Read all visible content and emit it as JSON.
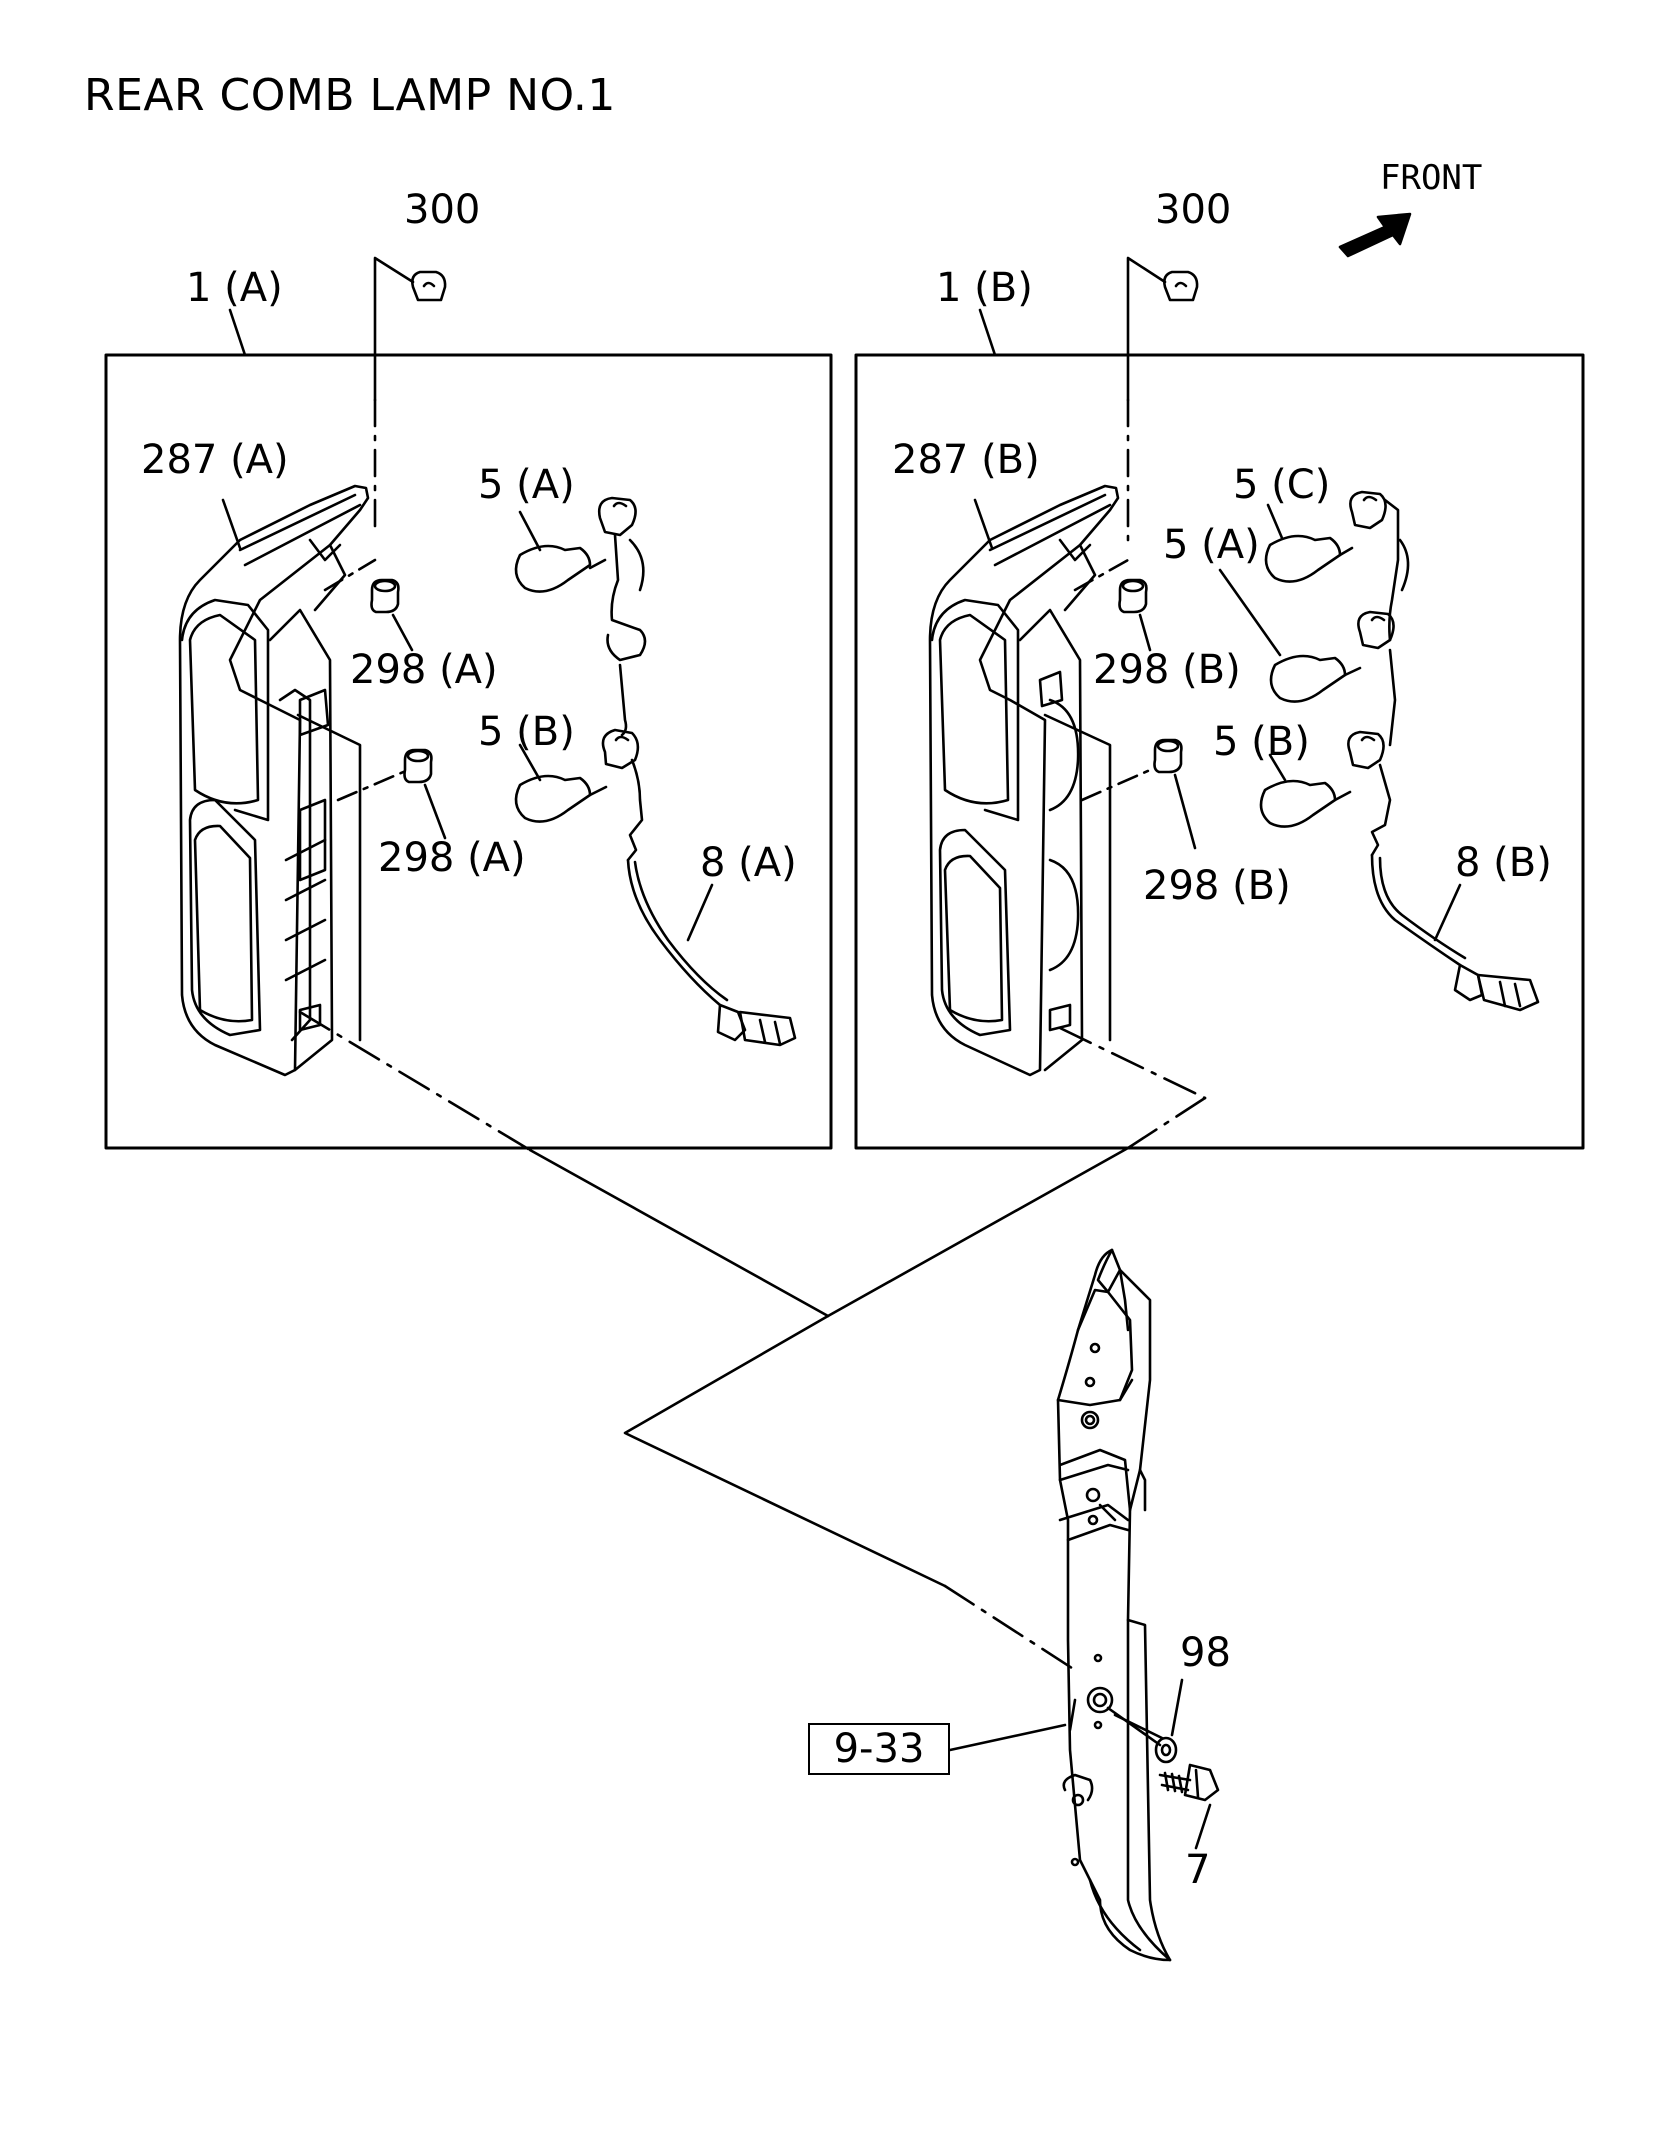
{
  "title": "REAR COMB LAMP NO.1",
  "front_label": "FRONT",
  "ref_box": "9-33",
  "callouts": {
    "c300a": "300",
    "c300b": "300",
    "c1a": "1 (A)",
    "c1b": "1 (B)",
    "c287a": "287 (A)",
    "c287b": "287 (B)",
    "c5a_left": "5 (A)",
    "c5b_left": "5 (B)",
    "c298a_top": "298 (A)",
    "c298a_bottom": "298 (A)",
    "c8a": "8 (A)",
    "c5c_right": "5 (C)",
    "c5a_right": "5 (A)",
    "c5b_right": "5 (B)",
    "c298b_top": "298 (B)",
    "c298b_bottom": "298 (B)",
    "c8b": "8 (B)",
    "c98": "98",
    "c7": "7"
  },
  "colors": {
    "ink": "#000000",
    "paper": "#ffffff"
  },
  "icons": {
    "front_arrow": "arrow-front-icon"
  }
}
